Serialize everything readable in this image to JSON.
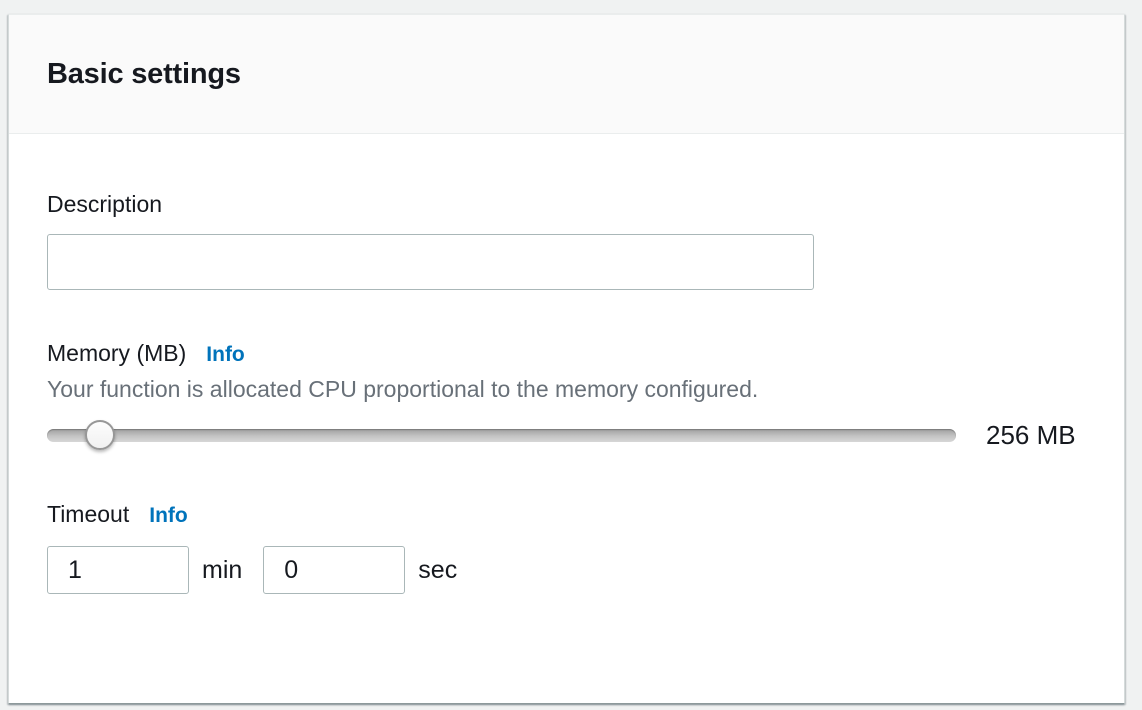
{
  "card": {
    "title": "Basic settings",
    "fields": {
      "description": {
        "label": "Description",
        "value": ""
      },
      "memory": {
        "label": "Memory (MB)",
        "info_label": "Info",
        "help_text": "Your function is allocated CPU proportional to the memory configured.",
        "value_display": "256 MB",
        "slider_percent": 5.8
      },
      "timeout": {
        "label": "Timeout",
        "info_label": "Info",
        "minutes": {
          "value": "1",
          "unit": "min"
        },
        "seconds": {
          "value": "0",
          "unit": "sec"
        }
      }
    }
  },
  "colors": {
    "link_blue": "#0073bb",
    "text_dark": "#16191f",
    "text_muted": "#687078",
    "input_border": "#aab7b8",
    "header_bg": "#fafafa",
    "divider": "#eaeded"
  }
}
